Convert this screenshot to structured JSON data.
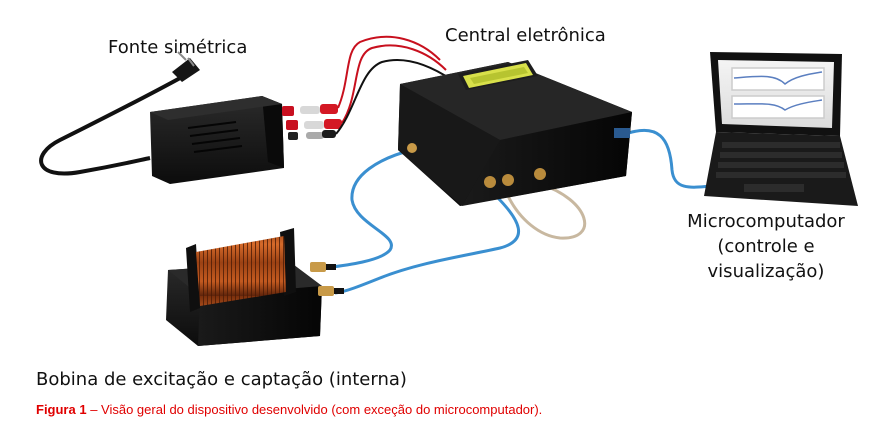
{
  "labels": {
    "power_supply": "Fonte simétrica",
    "electronic_unit": "Central eletrônica",
    "computer_line1": "Microcomputador",
    "computer_line2": "(controle e",
    "computer_line3": "visualização)",
    "coil": "Bobina de excitação e captação (interna)"
  },
  "caption": {
    "prefix": "Figura 1",
    "text": " – Visão geral do dispositivo desenvolvido (com exceção do microcomputador)."
  },
  "lcd": {
    "color": "#d8e04a"
  },
  "colors": {
    "caption": "#e00000",
    "device_body": "#141414",
    "blue_cable": "#3a8fd0",
    "red_wire": "#c8101e",
    "coil_copper": "#b5531e"
  }
}
